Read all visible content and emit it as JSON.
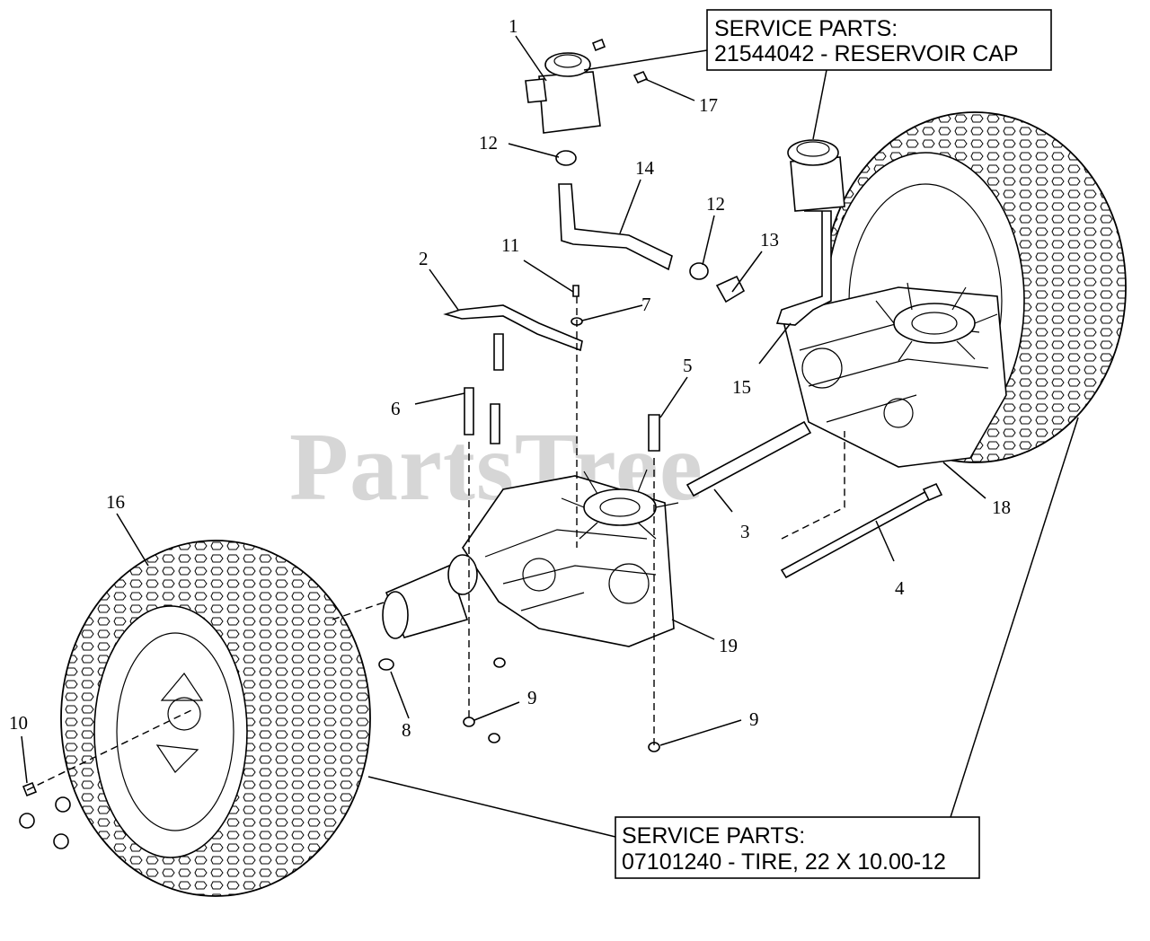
{
  "watermark": "PartsTree",
  "callouts": [
    "1",
    "2",
    "3",
    "4",
    "5",
    "6",
    "7",
    "8",
    "9",
    "9",
    "10",
    "11",
    "12",
    "12",
    "13",
    "14",
    "15",
    "16",
    "17",
    "18",
    "19"
  ],
  "service_boxes": {
    "reservoir": {
      "line1": "SERVICE PARTS:",
      "line2": "21544042 - RESERVOIR CAP"
    },
    "tire": {
      "line1": "SERVICE PARTS:",
      "line2": "07101240 - TIRE, 22 X 10.00-12"
    }
  },
  "colors": {
    "ink": "#000000",
    "paper": "#ffffff",
    "watermark": "#d6d6d6"
  }
}
